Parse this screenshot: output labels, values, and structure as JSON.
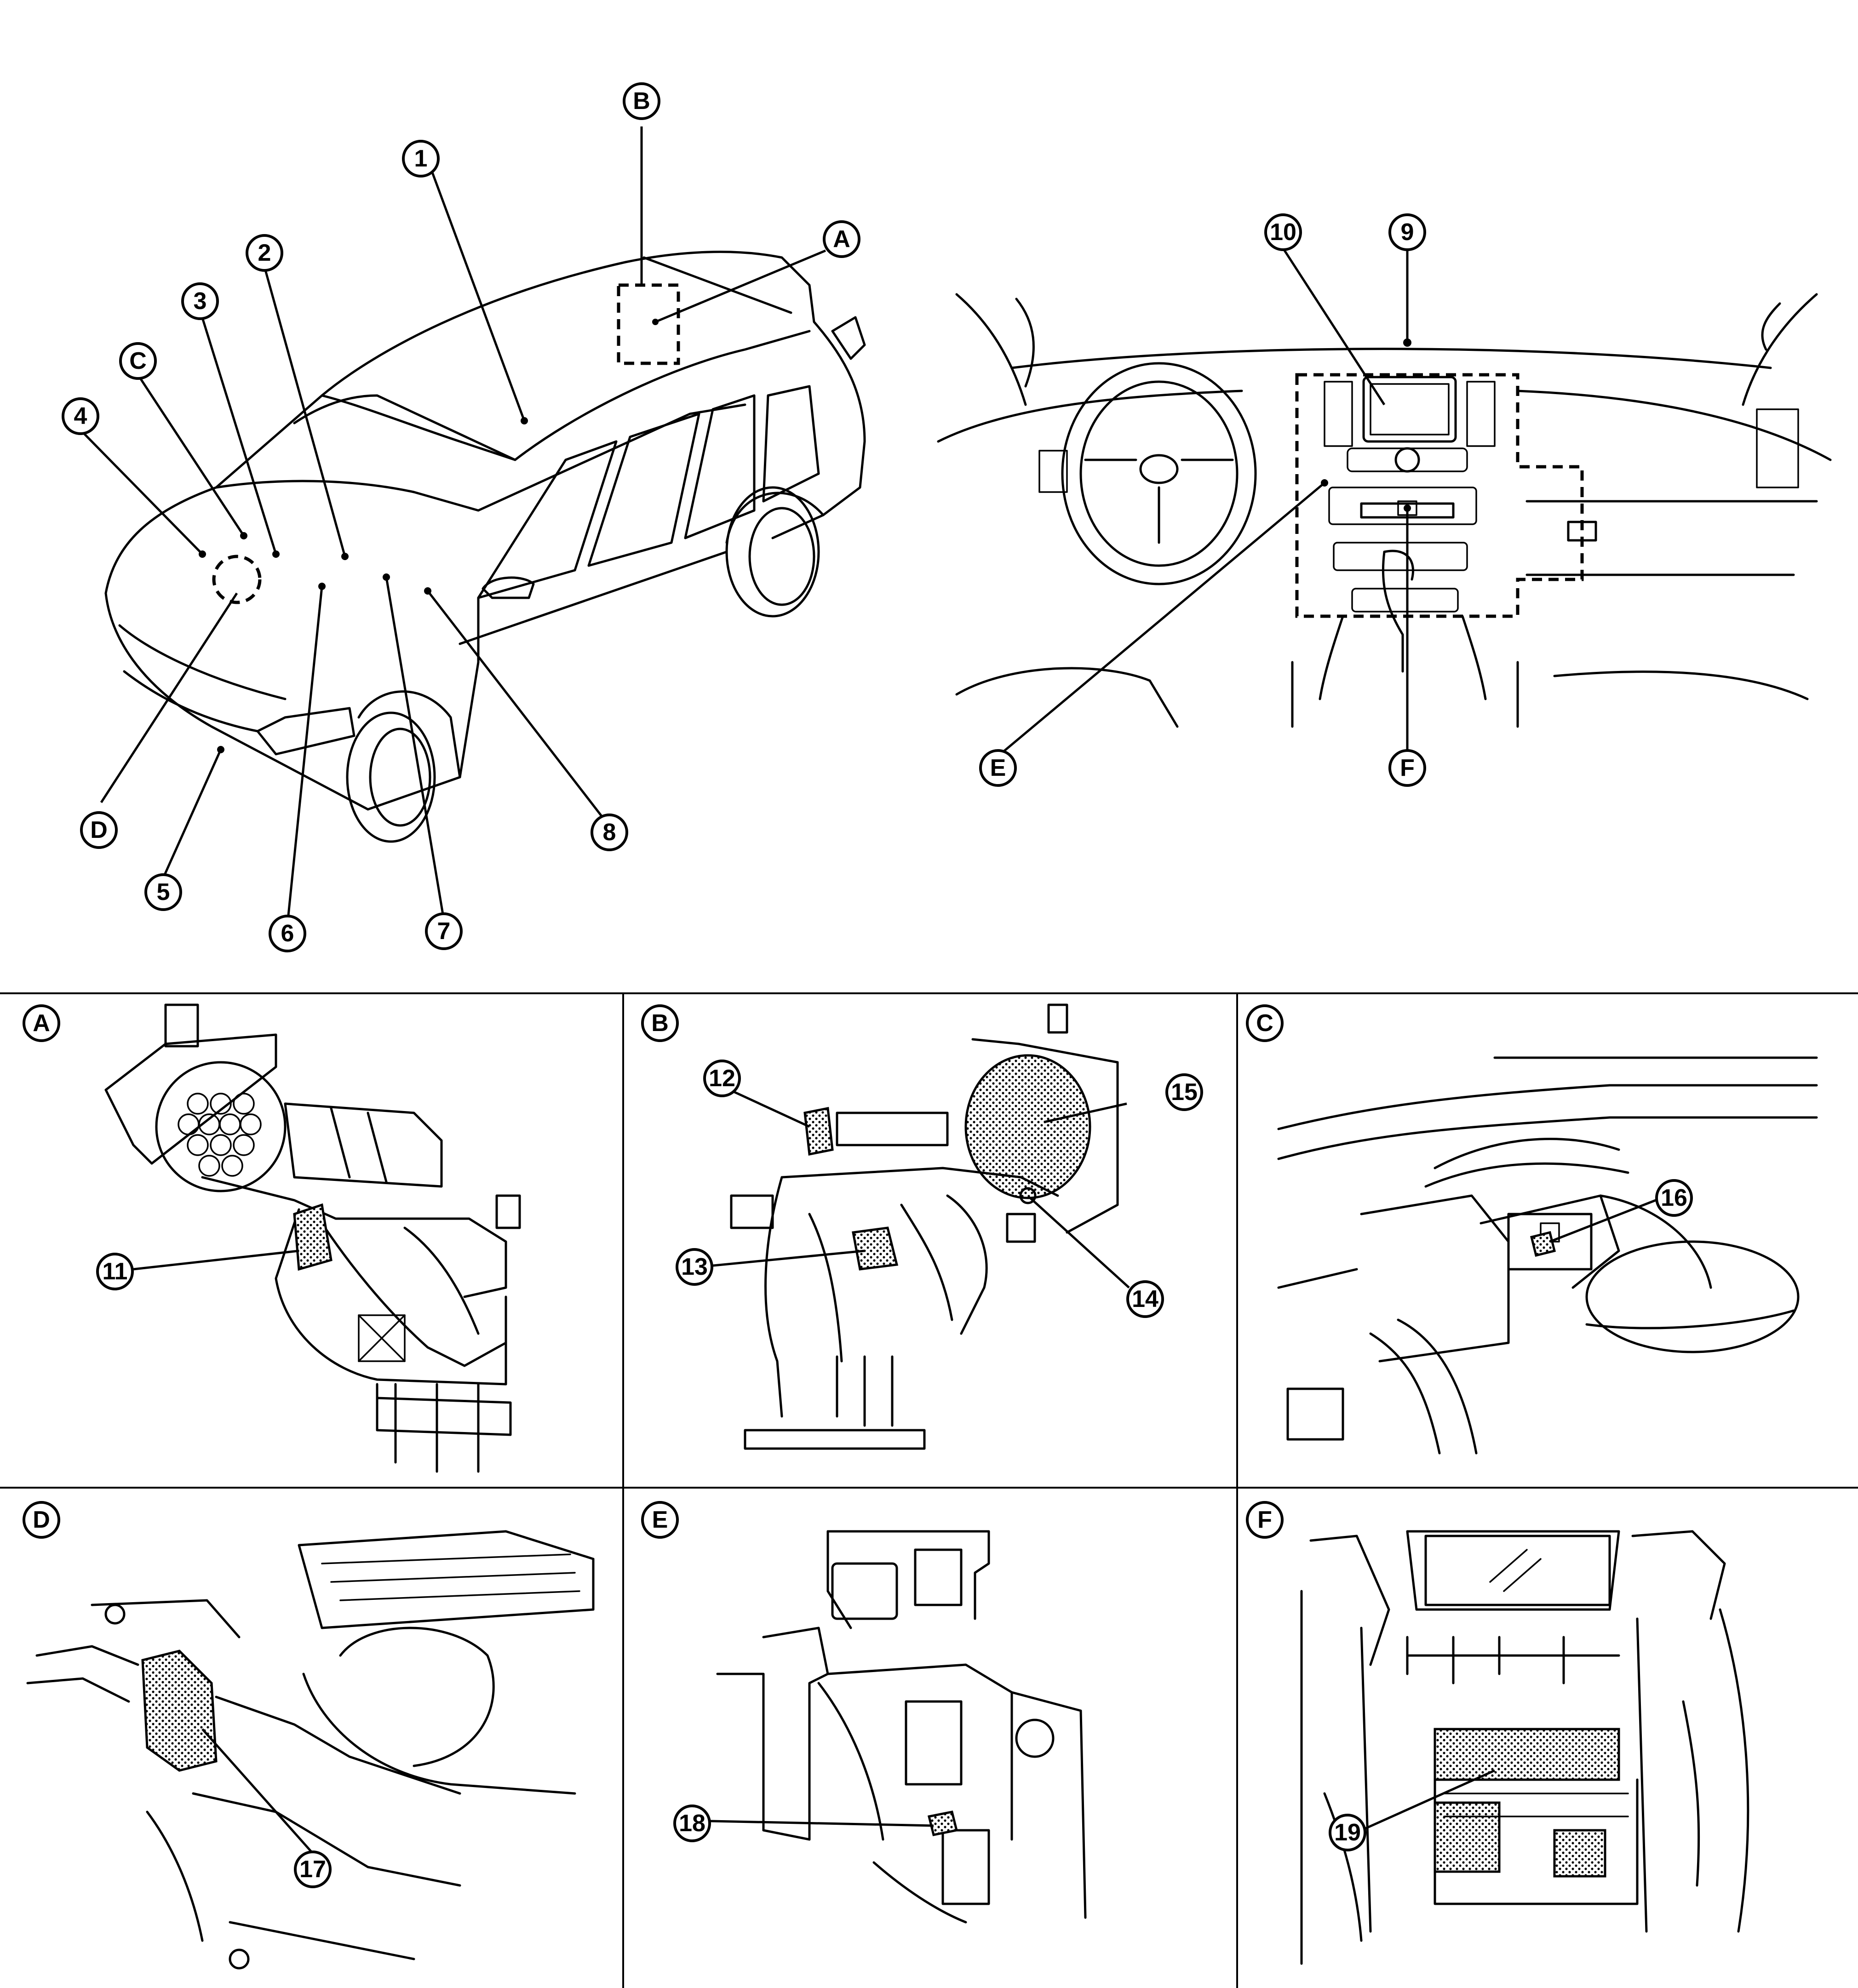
{
  "callouts": {
    "c1": "1",
    "c2": "2",
    "c3": "3",
    "c4": "4",
    "c5": "5",
    "c6": "6",
    "c7": "7",
    "c8": "8",
    "c9": "9",
    "c10": "10",
    "c11": "11",
    "c12": "12",
    "c13": "13",
    "c14": "14",
    "c15": "15",
    "c16": "16",
    "c17": "17",
    "c18": "18",
    "c19": "19",
    "A": "A",
    "B": "B",
    "C": "C",
    "D": "D",
    "E": "E",
    "F": "F"
  },
  "panels": {
    "A": "A",
    "B": "B",
    "C": "C",
    "D": "D",
    "E": "E",
    "F": "F"
  }
}
